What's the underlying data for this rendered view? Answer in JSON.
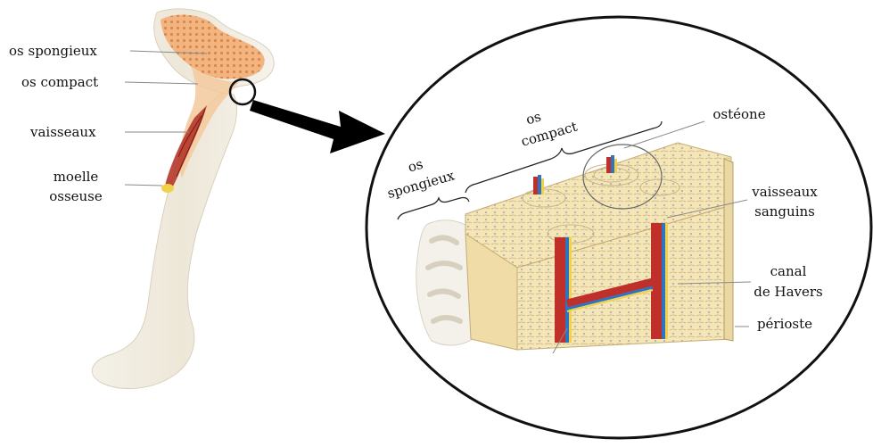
{
  "left_labels": {
    "os_spongieux": "os spongieux",
    "os_compact": "os compact",
    "vaisseaux": "vaisseaux",
    "moelle_line1": "moelle",
    "moelle_line2": "osseuse"
  },
  "detail_labels": {
    "os_spongieux_line1": "os",
    "os_spongieux_line2": "spongieux",
    "os_compact_line1": "os",
    "os_compact_line2": "compact",
    "osteone": "ostéone",
    "vaisseaux_sanguins_line1": "vaisseaux",
    "vaisseaux_sanguins_line2": "sanguins",
    "canal_havers_line1": "canal",
    "canal_havers_line2": "de Havers",
    "perioste": "périoste"
  },
  "colors": {
    "bone_pale": "#f0ece1",
    "bone_shadow": "#e2dccb",
    "spongy_orange": "#f2b27a",
    "compact_peach": "#f7d8b6",
    "marrow_red": "#b5372a",
    "vessel_red": "#c0302a",
    "vessel_blue": "#2f74c0",
    "vessel_yellow": "#f2d24a",
    "tissue_cream": "#f5e6b8",
    "osteon_ring": "#c9b58a"
  }
}
